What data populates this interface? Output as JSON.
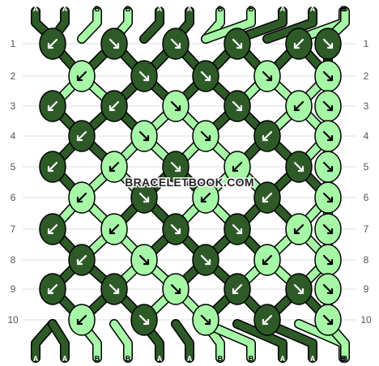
{
  "watermark": "BRACELETBOOK.COM",
  "row_labels": [
    "1",
    "2",
    "3",
    "4",
    "5",
    "6",
    "7",
    "8",
    "9",
    "10"
  ],
  "thread_letters_top": [
    "A",
    "A",
    "B",
    "B",
    "A",
    "A",
    "B",
    "B",
    "A",
    "A",
    "B",
    "B"
  ],
  "thread_letters_bottom": [
    "A",
    "A",
    "B",
    "B",
    "A",
    "A",
    "B",
    "B",
    "A",
    "A",
    "B",
    "B"
  ],
  "colors": {
    "A": "#2d5a27",
    "B": "#a6f7a6",
    "outline": "#000000",
    "grid": "#dddddd",
    "arrow": "#ffffff",
    "arrow_on_light": "#000000"
  },
  "knots": [
    [
      "A:down-left",
      "A:down-right",
      "A:down-right",
      "A:down-right",
      "A:down-left",
      "A:down-right"
    ],
    [
      "B:down-left",
      "A:down-right",
      "A:down-right",
      "B:down-right",
      "B:down-right"
    ],
    [
      "A:down-left",
      "A:down-left",
      "B:down-right",
      "A:down-right",
      "B:down-left",
      "B:down-right"
    ],
    [
      "A:down-left",
      "B:down-right",
      "B:down-right",
      "A:down-left",
      "B:down-right"
    ],
    [
      "A:down-left",
      "B:down-left",
      "A:down-right",
      "B:down-left",
      "A:down-right",
      "B:down-right"
    ],
    [
      "B:down-left",
      "A:down-right",
      "B:down-left",
      "A:down-left",
      "B:down-right"
    ],
    [
      "A:down-left",
      "B:down-left",
      "A:down-right",
      "A:down-right",
      "B:down-left",
      "B:down-right"
    ],
    [
      "A:down-left",
      "B:down-right",
      "A:down-right",
      "B:down-left",
      "B:down-right"
    ],
    [
      "A:down-left",
      "A:down-right",
      "B:down-right",
      "A:down-left",
      "A:down-right",
      "B:down-right"
    ],
    [
      "B:down-left",
      "A:down-right",
      "B:down-right",
      "A:down-left",
      "B:down-right"
    ]
  ]
}
